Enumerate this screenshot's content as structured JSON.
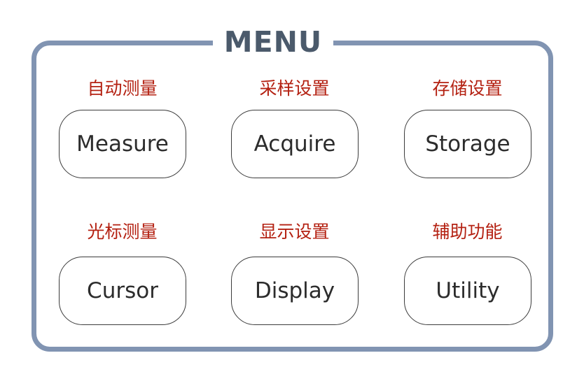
{
  "panel": {
    "title": "MENU",
    "frame_color": "#8194b2",
    "title_color": "#4b5a6b",
    "label_color": "#b42112",
    "button_border_color": "#3b3b3b",
    "button_text_color": "#2c2c2c",
    "background": "#ffffff"
  },
  "buttons": [
    {
      "label_cn": "自动测量",
      "label_en": "Measure"
    },
    {
      "label_cn": "采样设置",
      "label_en": "Acquire"
    },
    {
      "label_cn": "存储设置",
      "label_en": "Storage"
    },
    {
      "label_cn": "光标测量",
      "label_en": "Cursor"
    },
    {
      "label_cn": "显示设置",
      "label_en": "Display"
    },
    {
      "label_cn": "辅助功能",
      "label_en": "Utility"
    }
  ]
}
